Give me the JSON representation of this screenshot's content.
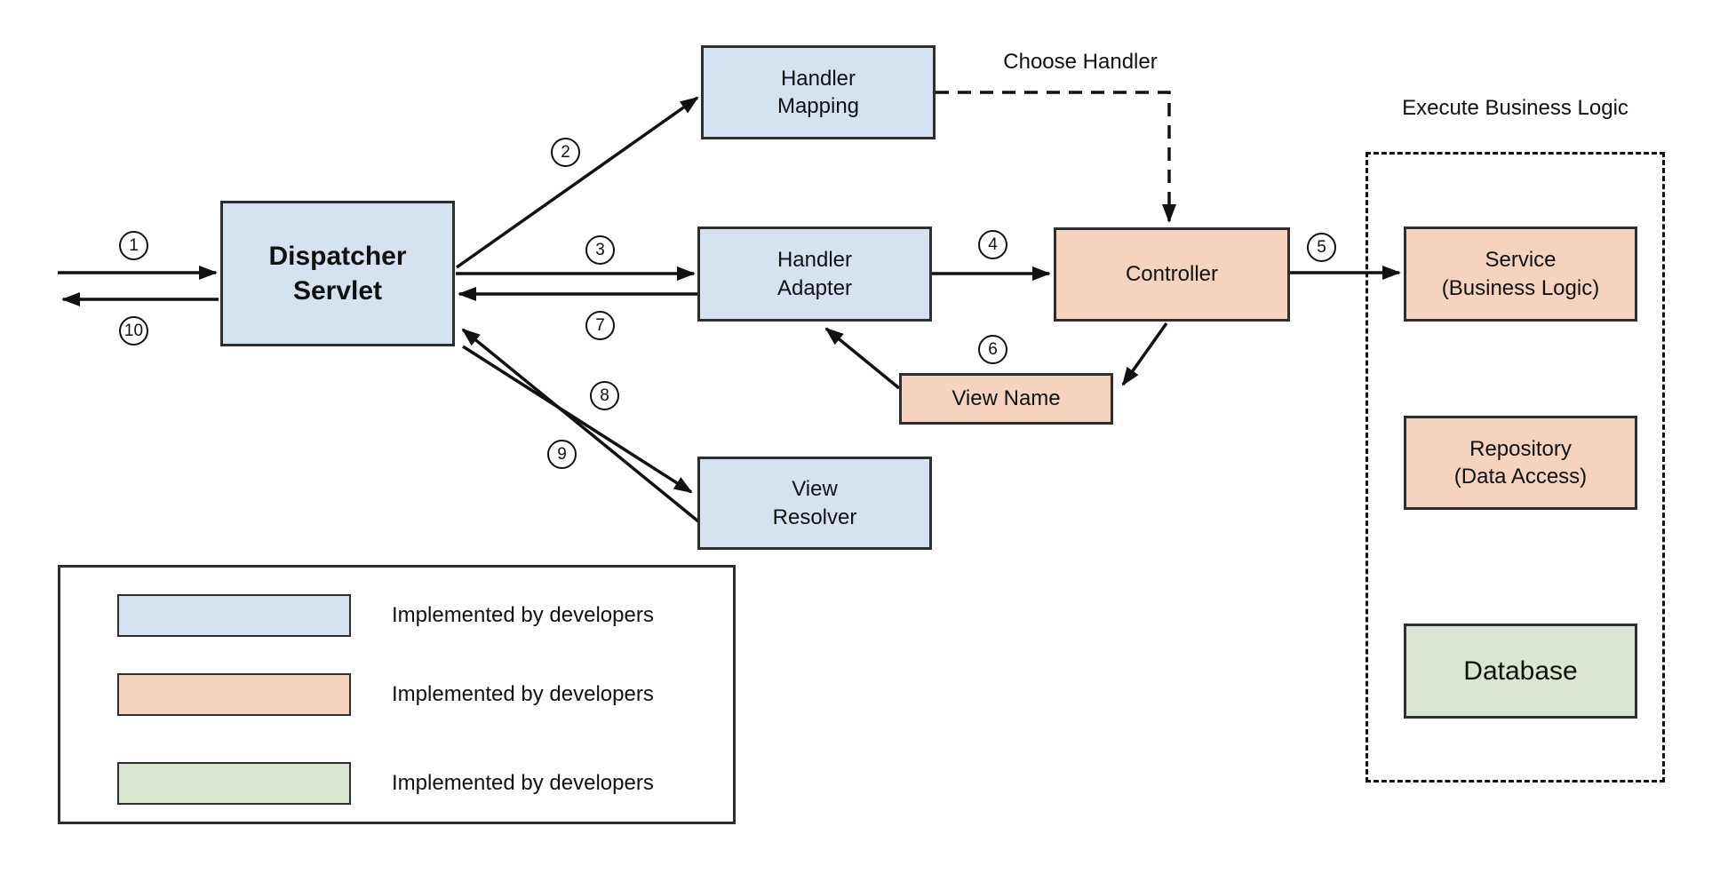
{
  "colors": {
    "node_blue": "#d6e2f0",
    "node_orange": "#f5d3bf",
    "node_green": "#d9e6d2",
    "border": "#2e2e2e",
    "arrow": "#111111"
  },
  "nodes": {
    "dispatcher_servlet": {
      "label": "Dispatcher\nServlet"
    },
    "handler_mapping": {
      "label": "Handler\nMapping"
    },
    "handler_adapter": {
      "label": "Handler\nAdapter"
    },
    "view_resolver": {
      "label": "View\nResolver"
    },
    "controller": {
      "label": "Controller"
    },
    "view_name": {
      "label": "View Name"
    },
    "service": {
      "label": "Service\n(Business Logic)"
    },
    "repository": {
      "label": "Repository\n(Data Access)"
    },
    "database": {
      "label": "Database"
    }
  },
  "annotations": {
    "choose_handler": "Choose Handler",
    "execute_business_logic": "Execute Business Logic"
  },
  "steps": [
    "1",
    "2",
    "3",
    "4",
    "5",
    "6",
    "7",
    "8",
    "9",
    "10"
  ],
  "legend": {
    "items": [
      {
        "label": "Implemented by developers",
        "color": "#d6e2f0"
      },
      {
        "label": "Implemented by developers",
        "color": "#f5d3bf"
      },
      {
        "label": "Implemented by developers",
        "color": "#d9e6d2"
      }
    ]
  }
}
